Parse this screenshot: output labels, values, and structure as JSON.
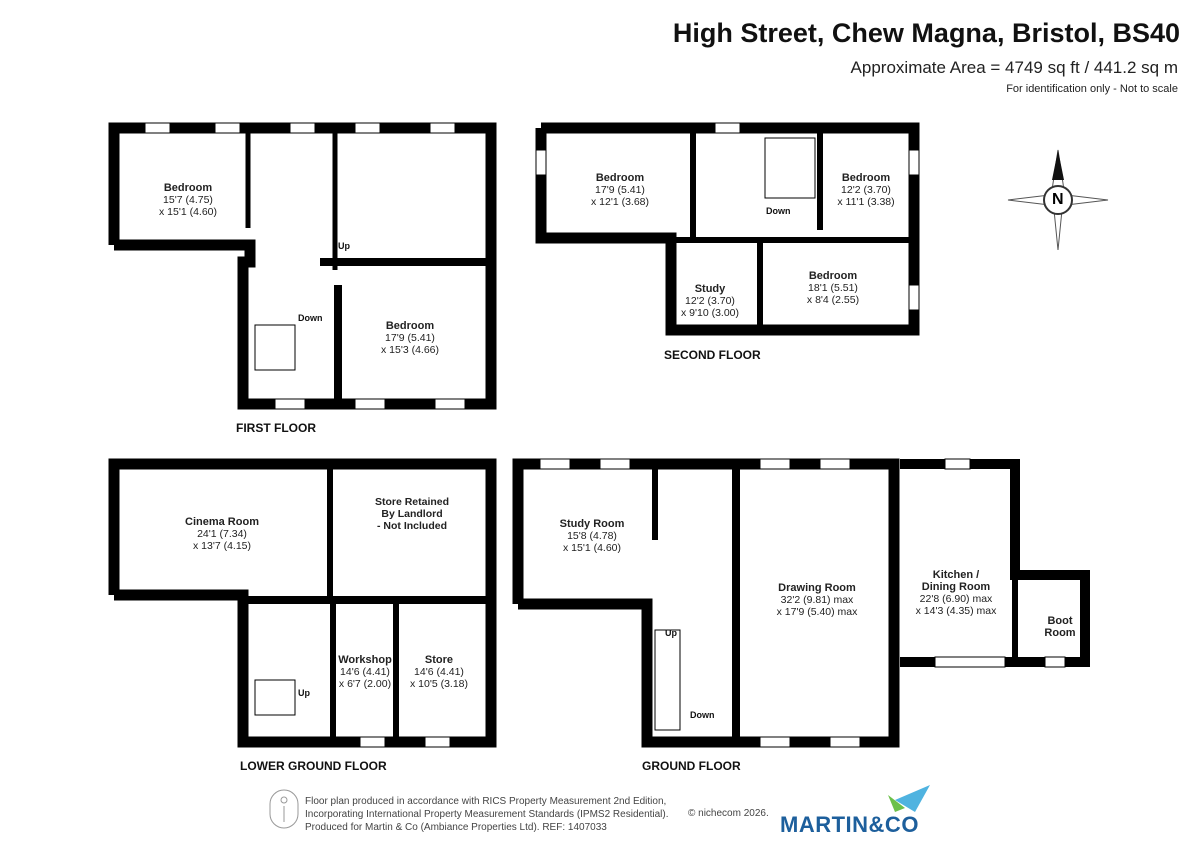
{
  "header": {
    "title": "High Street, Chew Magna, Bristol, BS40",
    "area": "Approximate Area = 4749 sq ft / 441.2 sq m",
    "note": "For identification only - Not to scale"
  },
  "compass": {
    "label": "N"
  },
  "floors": {
    "first": {
      "label": "FIRST FLOOR",
      "rooms": [
        {
          "name": "Bedroom",
          "dims": [
            "15'7 (4.75)",
            "x 15'1 (4.60)"
          ]
        },
        {
          "name": "Bedroom",
          "dims": [
            "17'9 (5.41)",
            "x 15'3 (4.66)"
          ]
        }
      ],
      "up": "Up",
      "down": "Down"
    },
    "second": {
      "label": "SECOND FLOOR",
      "rooms": [
        {
          "name": "Bedroom",
          "dims": [
            "17'9 (5.41)",
            "x 12'1 (3.68)"
          ]
        },
        {
          "name": "Bedroom",
          "dims": [
            "12'2 (3.70)",
            "x 11'1 (3.38)"
          ]
        },
        {
          "name": "Study",
          "dims": [
            "12'2 (3.70)",
            "x 9'10 (3.00)"
          ]
        },
        {
          "name": "Bedroom",
          "dims": [
            "18'1 (5.51)",
            "x 8'4 (2.55)"
          ]
        }
      ],
      "down": "Down"
    },
    "lower": {
      "label": "LOWER GROUND FLOOR",
      "rooms": [
        {
          "name": "Cinema Room",
          "dims": [
            "24'1 (7.34)",
            "x 13'7 (4.15)"
          ]
        },
        {
          "name": "Store Retained\nBy Landlord\n- Not Included",
          "lines": [
            "Store Retained",
            "By Landlord",
            "- Not Included"
          ]
        },
        {
          "name": "Workshop",
          "dims": [
            "14'6 (4.41)",
            "x 6'7 (2.00)"
          ]
        },
        {
          "name": "Store",
          "dims": [
            "14'6 (4.41)",
            "x 10'5 (3.18)"
          ]
        }
      ],
      "up": "Up"
    },
    "ground": {
      "label": "GROUND FLOOR",
      "rooms": [
        {
          "name": "Study Room",
          "dims": [
            "15'8 (4.78)",
            "x 15'1 (4.60)"
          ]
        },
        {
          "name": "Drawing Room",
          "dims": [
            "32'2 (9.81) max",
            "x 17'9 (5.40) max"
          ]
        },
        {
          "name": "Kitchen /",
          "name2": "Dining Room",
          "dims": [
            "22'8 (6.90) max",
            "x 14'3 (4.35) max"
          ]
        },
        {
          "name": "Boot",
          "name2": "Room"
        }
      ],
      "up": "Up",
      "down": "Down"
    }
  },
  "footer": {
    "lines": [
      "Floor plan produced in accordance with RICS Property Measurement 2nd Edition,",
      "Incorporating International Property Measurement Standards (IPMS2 Residential).",
      "Produced for Martin & Co (Ambiance Properties Ltd).   REF:  1407033"
    ],
    "copyright": "© nichecom 2026.",
    "brand": "MARTIN&CO"
  },
  "colors": {
    "wall": "#000000",
    "brand": "#1d5f9c",
    "brand_accent": "#6cc04a",
    "brand_sky": "#4fb3e0"
  }
}
